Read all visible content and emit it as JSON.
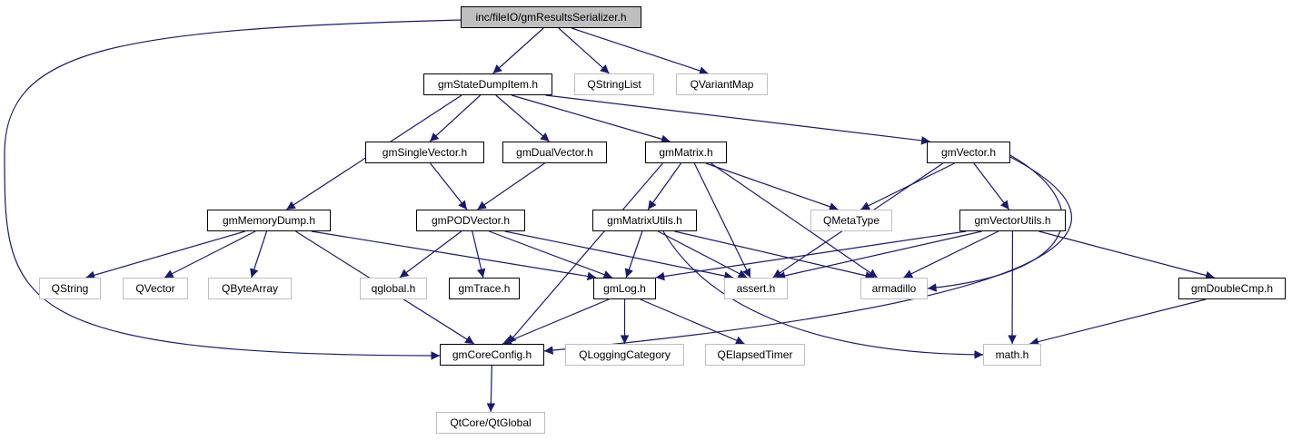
{
  "colors": {
    "edge": "#191970",
    "root_fill": "#bfbfbf",
    "border": "#000000",
    "external_border": "#bfbfbf"
  },
  "nodes": [
    {
      "id": "results",
      "label": "inc/fileIO/gmResultsSerializer.h",
      "kind": "root"
    },
    {
      "id": "statedump",
      "label": "gmStateDumpItem.h",
      "kind": "local"
    },
    {
      "id": "qstringlist",
      "label": "QStringList",
      "kind": "external"
    },
    {
      "id": "qvariantmap",
      "label": "QVariantMap",
      "kind": "external"
    },
    {
      "id": "singlevec",
      "label": "gmSingleVector.h",
      "kind": "local"
    },
    {
      "id": "dualvec",
      "label": "gmDualVector.h",
      "kind": "local"
    },
    {
      "id": "matrix",
      "label": "gmMatrix.h",
      "kind": "local"
    },
    {
      "id": "vector",
      "label": "gmVector.h",
      "kind": "local"
    },
    {
      "id": "memdump",
      "label": "gmMemoryDump.h",
      "kind": "local"
    },
    {
      "id": "podvec",
      "label": "gmPODVector.h",
      "kind": "local"
    },
    {
      "id": "matutils",
      "label": "gmMatrixUtils.h",
      "kind": "local"
    },
    {
      "id": "qmetatype",
      "label": "QMetaType",
      "kind": "external"
    },
    {
      "id": "vecutils",
      "label": "gmVectorUtils.h",
      "kind": "local"
    },
    {
      "id": "qstring",
      "label": "QString",
      "kind": "external"
    },
    {
      "id": "qvector",
      "label": "QVector",
      "kind": "external"
    },
    {
      "id": "qbytearray",
      "label": "QByteArray",
      "kind": "external"
    },
    {
      "id": "qglobal",
      "label": "qglobal.h",
      "kind": "external"
    },
    {
      "id": "gmtrace",
      "label": "gmTrace.h",
      "kind": "local"
    },
    {
      "id": "gmlog",
      "label": "gmLog.h",
      "kind": "local"
    },
    {
      "id": "assert",
      "label": "assert.h",
      "kind": "external"
    },
    {
      "id": "armadillo",
      "label": "armadillo",
      "kind": "external"
    },
    {
      "id": "dblcmp",
      "label": "gmDoubleCmp.h",
      "kind": "local"
    },
    {
      "id": "coreconfig",
      "label": "gmCoreConfig.h",
      "kind": "local"
    },
    {
      "id": "qlogcat",
      "label": "QLoggingCategory",
      "kind": "external"
    },
    {
      "id": "qelapsed",
      "label": "QElapsedTimer",
      "kind": "external"
    },
    {
      "id": "math",
      "label": "math.h",
      "kind": "external"
    },
    {
      "id": "qtglobal",
      "label": "QtCore/QtGlobal",
      "kind": "external"
    }
  ],
  "edges": [
    [
      "results",
      "statedump"
    ],
    [
      "results",
      "qstringlist"
    ],
    [
      "results",
      "qvariantmap"
    ],
    [
      "results",
      "coreconfig"
    ],
    [
      "statedump",
      "memdump"
    ],
    [
      "statedump",
      "singlevec"
    ],
    [
      "statedump",
      "dualvec"
    ],
    [
      "statedump",
      "matrix"
    ],
    [
      "statedump",
      "vector"
    ],
    [
      "singlevec",
      "podvec"
    ],
    [
      "dualvec",
      "podvec"
    ],
    [
      "matrix",
      "coreconfig"
    ],
    [
      "matrix",
      "matutils"
    ],
    [
      "matrix",
      "qmetatype"
    ],
    [
      "matrix",
      "assert"
    ],
    [
      "matrix",
      "armadillo"
    ],
    [
      "vector",
      "qmetatype"
    ],
    [
      "vector",
      "vecutils"
    ],
    [
      "vector",
      "assert"
    ],
    [
      "vector",
      "armadillo"
    ],
    [
      "vector",
      "coreconfig"
    ],
    [
      "memdump",
      "qstring"
    ],
    [
      "memdump",
      "qvector"
    ],
    [
      "memdump",
      "qbytearray"
    ],
    [
      "memdump",
      "gmlog"
    ],
    [
      "memdump",
      "coreconfig"
    ],
    [
      "podvec",
      "qglobal"
    ],
    [
      "podvec",
      "gmtrace"
    ],
    [
      "podvec",
      "gmlog"
    ],
    [
      "podvec",
      "assert"
    ],
    [
      "matutils",
      "gmlog"
    ],
    [
      "matutils",
      "assert"
    ],
    [
      "matutils",
      "armadillo"
    ],
    [
      "matutils",
      "math"
    ],
    [
      "vecutils",
      "gmlog"
    ],
    [
      "vecutils",
      "assert"
    ],
    [
      "vecutils",
      "armadillo"
    ],
    [
      "vecutils",
      "math"
    ],
    [
      "vecutils",
      "dblcmp"
    ],
    [
      "gmlog",
      "coreconfig"
    ],
    [
      "gmlog",
      "qlogcat"
    ],
    [
      "gmlog",
      "qelapsed"
    ],
    [
      "dblcmp",
      "math"
    ],
    [
      "coreconfig",
      "qtglobal"
    ]
  ]
}
